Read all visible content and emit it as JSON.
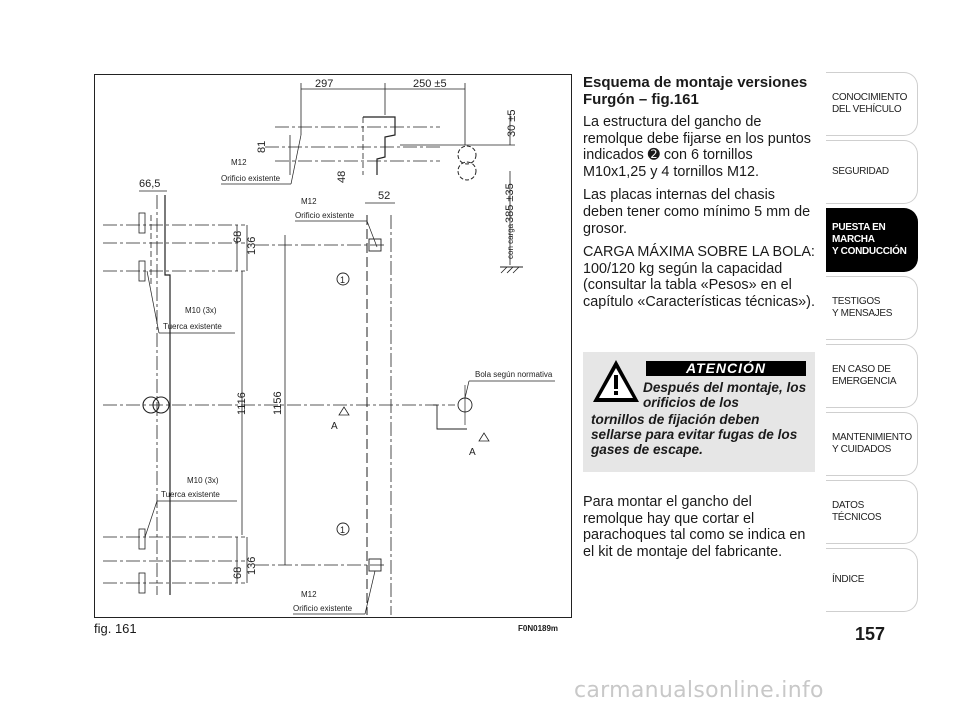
{
  "figure": {
    "caption": "fig. 161",
    "code": "F0N0189m",
    "dims": {
      "d297": "297",
      "d250": "250 ±5",
      "d30": "30 ±5",
      "d81": "81",
      "d48": "48",
      "d52": "52",
      "d385": "385 ±35",
      "con_carga": "con carga",
      "d66_5": "66,5",
      "d68_top": "68",
      "d136_top": "136",
      "d1116": "1116",
      "d1156": "1156",
      "d68_bot": "68",
      "d136_bot": "136"
    },
    "labels": {
      "m12_a": "M12",
      "orificio_a": "Orificio existente",
      "m12_b": "M12",
      "orificio_b": "Orificio existente",
      "m10_a": "M10 (3x)",
      "tuerca_a": "Tuerca existente",
      "m10_b": "M10 (3x)",
      "tuerca_b": "Tuerca existente",
      "m12_c": "M12",
      "orificio_c": "Orificio existente",
      "bola": "Bola según normativa",
      "callout_1a": "1",
      "callout_1b": "1",
      "section_a1": "A",
      "section_a2": "A"
    }
  },
  "text": {
    "heading": "Esquema de montaje versiones Furgón – fig.161",
    "p1": "La estructura del gancho de remolque debe fijarse en los puntos indicados ➋ con 6 tornillos M10x1,25 y 4 tornillos M12.",
    "p2": "Las placas internas del chasis deben tener como mínimo 5 mm de grosor.",
    "p3": "CARGA MÁXIMA SOBRE LA BOLA: 100/120 kg según la capacidad (consultar la tabla «Pesos» en el capítulo «Características técnicas»).",
    "p4": "Para montar el gancho del remolque hay que cortar el parachoques tal como se indica en el kit de montaje del fabricante."
  },
  "warning": {
    "title": "ATENCIÓN",
    "line1": "Después del montaje, los orificios de los",
    "line2": "tornillos de fijación deben sellarse para evitar fugas de los gases de escape.",
    "icon": "warning-triangle-icon"
  },
  "tabs": [
    {
      "label": "CONOCIMIENTO\nDEL VEHÍCULO",
      "active": false
    },
    {
      "label": "SEGURIDAD",
      "active": false
    },
    {
      "label": "PUESTA EN\nMARCHA\nY CONDUCCIÓN",
      "active": true
    },
    {
      "label": "TESTIGOS\nY MENSAJES",
      "active": false
    },
    {
      "label": "EN CASO DE\nEMERGENCIA",
      "active": false
    },
    {
      "label": "MANTENIMIENTO\nY CUIDADOS",
      "active": false
    },
    {
      "label": "DATOS\nTÉCNICOS",
      "active": false
    },
    {
      "label": "ÍNDICE",
      "active": false
    }
  ],
  "page_number": "157",
  "watermark": "carmanualsonline.info"
}
